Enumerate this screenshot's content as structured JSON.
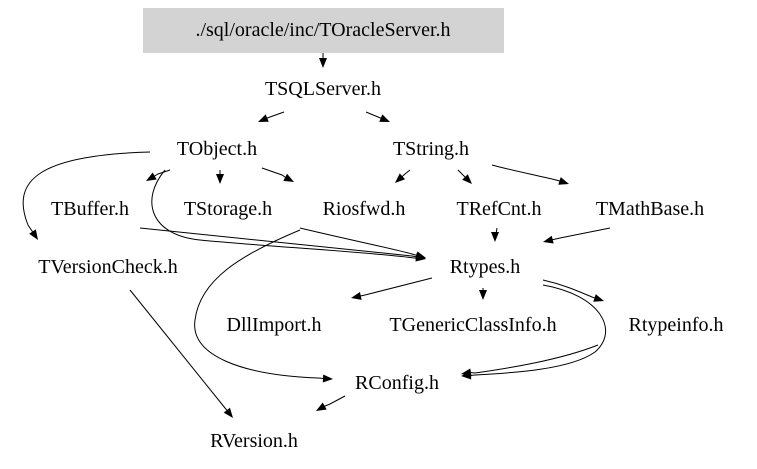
{
  "graph": {
    "root_fill": "#d3d3d3",
    "text_color": "#000000",
    "nodes": {
      "root": "./sql/oracle/inc/TOracleServer.h",
      "tsqlserver": "TSQLServer.h",
      "tobject": "TObject.h",
      "tstring": "TString.h",
      "tbuffer": "TBuffer.h",
      "tstorage": "TStorage.h",
      "riosfwd": "Riosfwd.h",
      "trefcnt": "TRefCnt.h",
      "tmathbase": "TMathBase.h",
      "tversioncheck": "TVersionCheck.h",
      "rtypes": "Rtypes.h",
      "dllimport": "DllImport.h",
      "tgenericclassinfo": "TGenericClassInfo.h",
      "rtypeinfo": "Rtypeinfo.h",
      "rconfig": "RConfig.h",
      "rversion": "RVersion.h"
    },
    "edges": [
      [
        "root",
        "tsqlserver"
      ],
      [
        "tsqlserver",
        "tobject"
      ],
      [
        "tsqlserver",
        "tstring"
      ],
      [
        "tobject",
        "tbuffer"
      ],
      [
        "tobject",
        "tstorage"
      ],
      [
        "tobject",
        "riosfwd"
      ],
      [
        "tobject",
        "tversioncheck"
      ],
      [
        "tobject",
        "rtypes"
      ],
      [
        "tstring",
        "riosfwd"
      ],
      [
        "tstring",
        "trefcnt"
      ],
      [
        "tstring",
        "tmathbase"
      ],
      [
        "tbuffer",
        "rtypes"
      ],
      [
        "riosfwd",
        "rtypes"
      ],
      [
        "riosfwd",
        "rconfig"
      ],
      [
        "trefcnt",
        "rtypes"
      ],
      [
        "tmathbase",
        "rtypes"
      ],
      [
        "tversioncheck",
        "rversion"
      ],
      [
        "rtypes",
        "dllimport"
      ],
      [
        "rtypes",
        "tgenericclassinfo"
      ],
      [
        "rtypes",
        "rtypeinfo"
      ],
      [
        "rtypes",
        "rconfig"
      ],
      [
        "rtypeinfo",
        "rconfig"
      ],
      [
        "rconfig",
        "rversion"
      ]
    ]
  }
}
